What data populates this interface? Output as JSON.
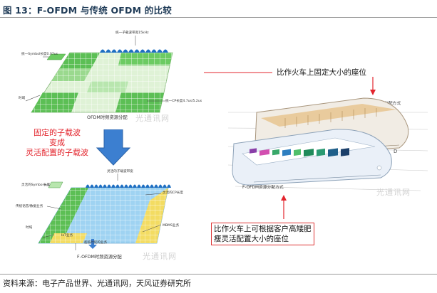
{
  "figure": {
    "title": "图 13：F-OFDM 与传统 OFDM 的比较",
    "source": "资料来源：电子产品世界、光通讯网，天风证券研究所"
  },
  "ofdm_diagram": {
    "top_label": "统一子载波带宽15kHz",
    "symbol_label": "统一Symbol长度0.07us",
    "cp_label": "统一CP长度4.7us/5.2us",
    "time_label": "时域",
    "caption": "OFDM时频资源分配",
    "watermark": "光通讯网"
  },
  "fofdm_diagram": {
    "top_label": "灵活的子载波带宽",
    "cp_label": "灵活的CP长度",
    "symbol_label": "灵活的Symbol长度",
    "left_service_label": "传统语音/数据业务",
    "time_label": "时域",
    "iot_label": "IoT业务",
    "mbms_label": "MBMS业务",
    "lowlatency_label": "超低时延的业务",
    "caption": "F-OFDM时频资源分配",
    "watermark": "光通讯网"
  },
  "middle_text": {
    "lines": [
      "固定的子载波",
      "变成",
      "灵活配置的子载波"
    ]
  },
  "right_panel": {
    "top_text": "比作火车上固定大小的座位",
    "ofdm_label": "OFDM资源分配方式",
    "fofdm_label": "F-OFDM资源分配方式",
    "bottom_lines": [
      "比作火车上可根据客户高矮肥",
      "瘦灵活配置大小的座位"
    ],
    "watermark": "光通讯网",
    "train_letter": "D"
  },
  "colors": {
    "title": "#1f3b57",
    "red_text": "#e3252d",
    "arrow_blue": "#3c7fd0",
    "grid_green": "#5cbf55",
    "grid_light_green": "#cdeec3",
    "grid_blue": "#9fd3f2",
    "grid_yellow": "#f3dc62",
    "wave_blue": "#1e6fc2"
  }
}
